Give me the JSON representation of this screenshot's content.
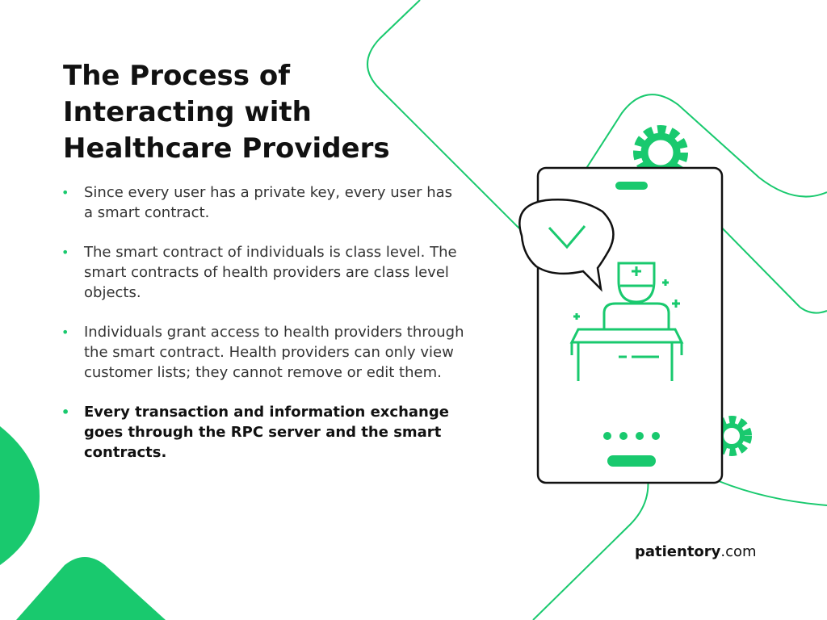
{
  "colors": {
    "accent": "#19c96e",
    "text": "#111111",
    "outline": "#111111"
  },
  "title": "The Process of Interacting with Healthcare Providers",
  "bullets": [
    {
      "text": "Since every user has a private key, every user has a smart contract.",
      "bold": false
    },
    {
      "text": "The smart contract of individuals is class level. The smart contracts of health providers are class level objects.",
      "bold": false
    },
    {
      "text": "Individuals grant access to health providers through the smart contract. Health providers can only view customer lists; they cannot remove or edit them.",
      "bold": false
    },
    {
      "text": "Every transaction and information exchange goes through the RPC server and the smart contracts.",
      "bold": true
    }
  ],
  "bullet_glyph": "•",
  "footer": {
    "brand": "patientory",
    "suffix": ".com"
  },
  "icons": [
    "gear-icon",
    "chat-bubble-icon",
    "checkmark-icon",
    "doctor-icon",
    "desk-icon",
    "plus-icon"
  ]
}
